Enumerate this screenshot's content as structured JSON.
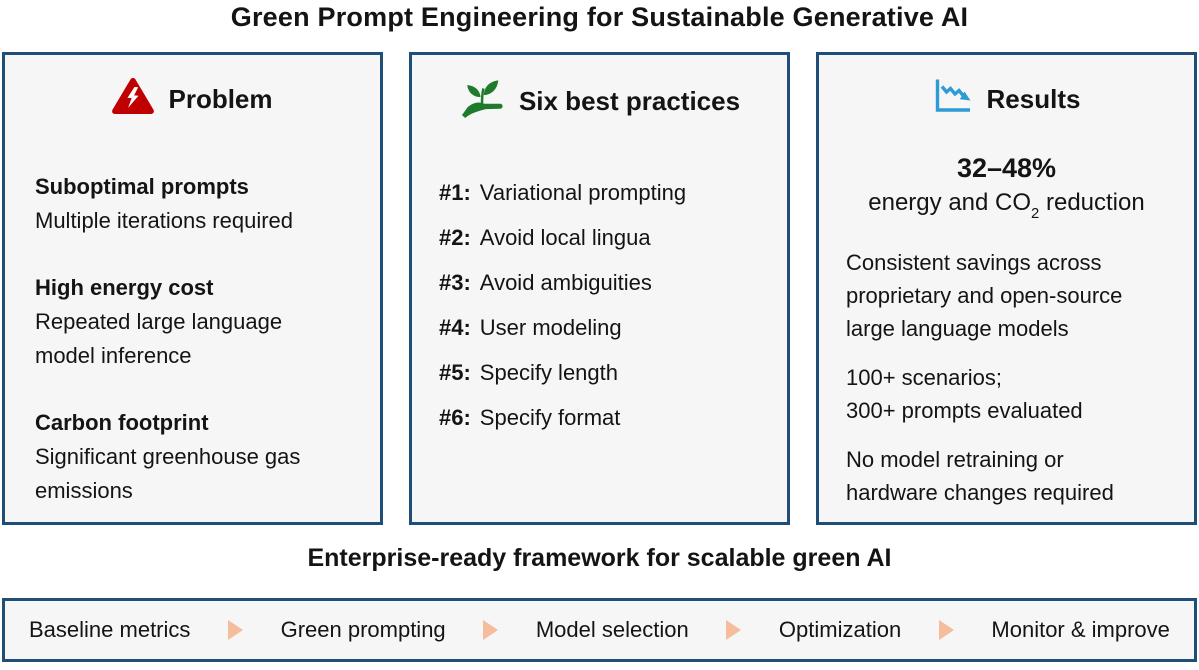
{
  "title": "Green Prompt Engineering for Sustainable Generative AI",
  "panels": {
    "problem": {
      "header": "Problem",
      "icon": "warning-triangle",
      "items": [
        {
          "title": "Suboptimal prompts",
          "desc": "Multiple iterations required"
        },
        {
          "title": "High energy cost",
          "desc": "Repeated large language\nmodel inference"
        },
        {
          "title": "Carbon footprint",
          "desc": "Significant greenhouse gas\nemissions"
        }
      ]
    },
    "practices": {
      "header": "Six best practices",
      "icon": "seedling-in-hand",
      "items": [
        {
          "num": "#1:",
          "label": "Variational prompting"
        },
        {
          "num": "#2:",
          "label": "Avoid local lingua"
        },
        {
          "num": "#3:",
          "label": "Avoid ambiguities"
        },
        {
          "num": "#4:",
          "label": "User modeling"
        },
        {
          "num": "#5:",
          "label": "Specify length"
        },
        {
          "num": "#6:",
          "label": "Specify format"
        }
      ]
    },
    "results": {
      "header": "Results",
      "icon": "declining-line-chart",
      "highlight": "32–48%",
      "co2_line": {
        "pre": "energy and CO",
        "sub": "2",
        "post": " reduction"
      },
      "paragraphs": [
        "Consistent savings across\nproprietary and open-source\nlarge language models",
        "100+ scenarios;\n300+ prompts evaluated",
        "No model retraining or\nhardware changes required"
      ]
    }
  },
  "subtitle": "Enterprise-ready framework for scalable green AI",
  "pipeline": {
    "steps": [
      "Baseline metrics",
      "Green prompting",
      "Model selection",
      "Optimization",
      "Monitor & improve"
    ]
  },
  "colors": {
    "panel_border": "#1F4E79",
    "panel_background": "#F6F6F6",
    "warning_red": "#C00000",
    "eco_green": "#1E7B2C",
    "chart_blue": "#2E9BD6",
    "arrow_peach": "#F5BD9B"
  }
}
